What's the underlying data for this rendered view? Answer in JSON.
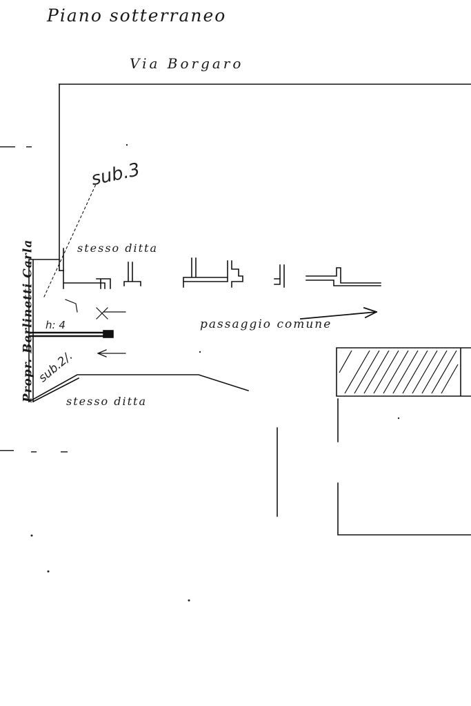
{
  "title": "Piano sotterraneo",
  "labels": {
    "street": "Via Borgaro",
    "same_firm_top": "stesso ditta",
    "same_firm_bottom": "stesso ditta",
    "common_passage": "passaggio comune",
    "owner": "Propr. Berlinetti Carla",
    "sub3": "sub.3",
    "h4": "h: 4",
    "sub2": "sub.2/."
  },
  "colors": {
    "ink": "#111111",
    "paper": "#ffffff"
  }
}
